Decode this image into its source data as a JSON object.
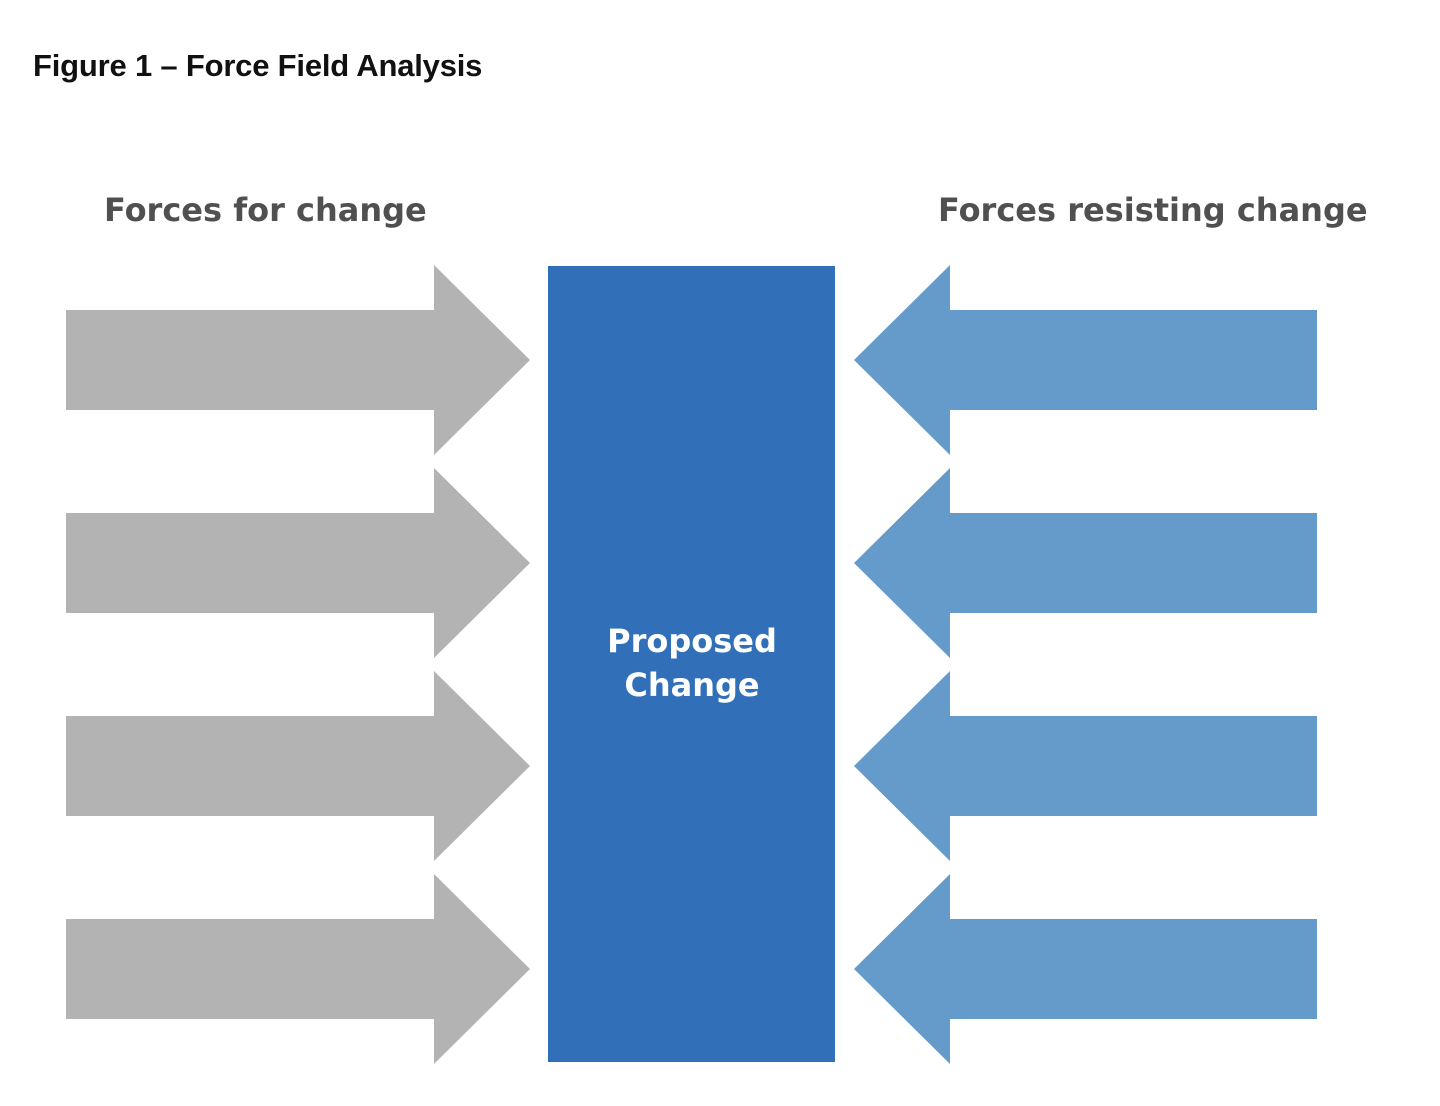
{
  "figure_title": "Figure 1 – Force Field Analysis",
  "left_heading": "Forces for change",
  "right_heading": "Forces resisting change",
  "center_box": {
    "line1": "Proposed",
    "line2": "Change"
  },
  "forces_for_count": 4,
  "forces_against_count": 4,
  "colors": {
    "forces_for": "#b3b3b3",
    "forces_against": "#659bcb",
    "center_box": "#3170b9"
  }
}
